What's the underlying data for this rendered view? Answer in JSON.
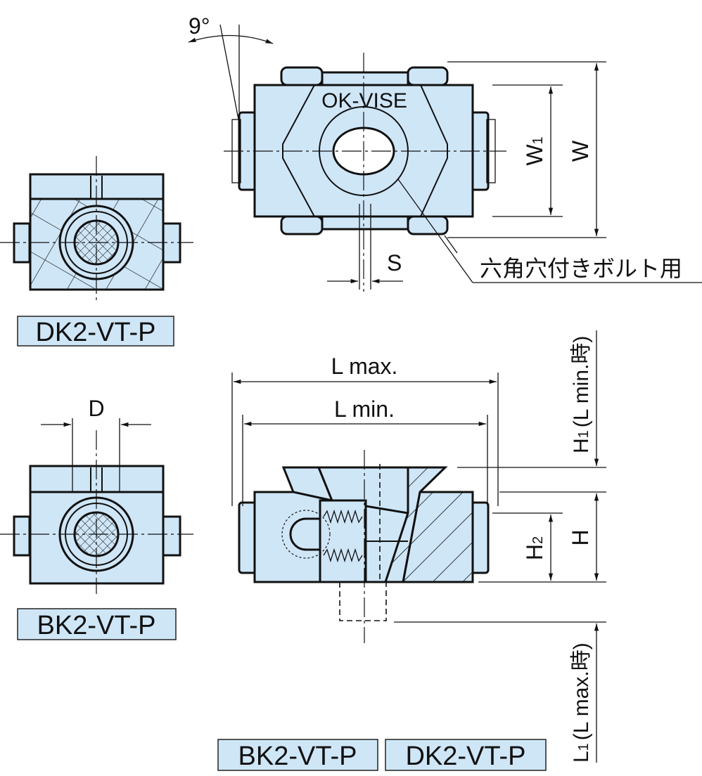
{
  "top_view": {
    "angle_label": "9°",
    "brand_label": "OK-VISE",
    "dim_w1": {
      "main": "W",
      "sub": "1"
    },
    "dim_w": "W",
    "dim_s": "S",
    "bolt_note": "六角穴付きボルト用"
  },
  "left_views": {
    "dk2_label": "DK2-VT-P",
    "bk2_label": "BK2-VT-P",
    "dim_d": "D"
  },
  "side_view": {
    "dim_lmax": "L max.",
    "dim_lmin": "L min.",
    "dim_h1": {
      "main": "H",
      "sub": "1",
      "note": "(L min.時)"
    },
    "dim_h": "H",
    "dim_h2": {
      "main": "H",
      "sub": "2"
    },
    "dim_l1": {
      "main": "L",
      "sub": "1",
      "note": "(L max.時)"
    },
    "labels": [
      "BK2-VT-P",
      "DK2-VT-P"
    ]
  },
  "colors": {
    "part_fill": "#cfe6f7",
    "line": "#111111"
  }
}
